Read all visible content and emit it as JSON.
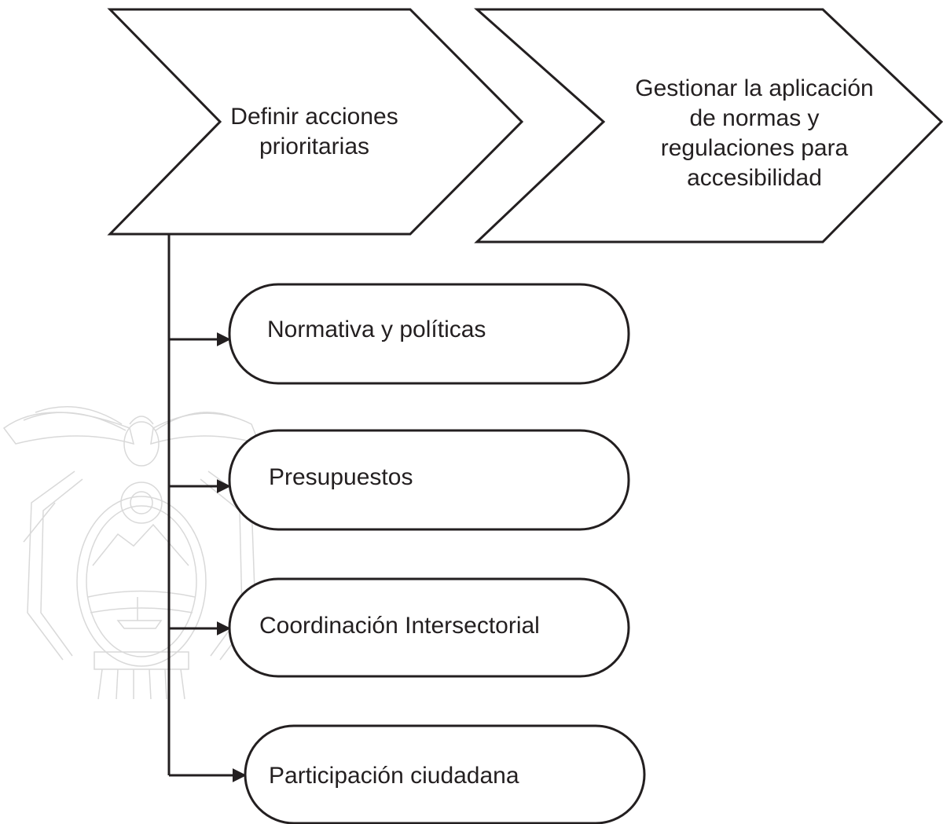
{
  "process": {
    "steps": [
      {
        "label": "Definir acciones\nprioritarias"
      },
      {
        "label": "Gestionar la aplicación\nde normas y\nregulaciones para\naccesibilidad"
      }
    ]
  },
  "actions": [
    {
      "label": "Normativa y políticas"
    },
    {
      "label": "Presupuestos"
    },
    {
      "label": "Coordinación Intersectorial"
    },
    {
      "label": "Participación ciudadana"
    }
  ],
  "colors": {
    "stroke": "#231f20",
    "text": "#231f20",
    "watermark": "#d9d9d9"
  },
  "watermark": {
    "icon": "ecuador-coat-of-arms-watermark"
  }
}
